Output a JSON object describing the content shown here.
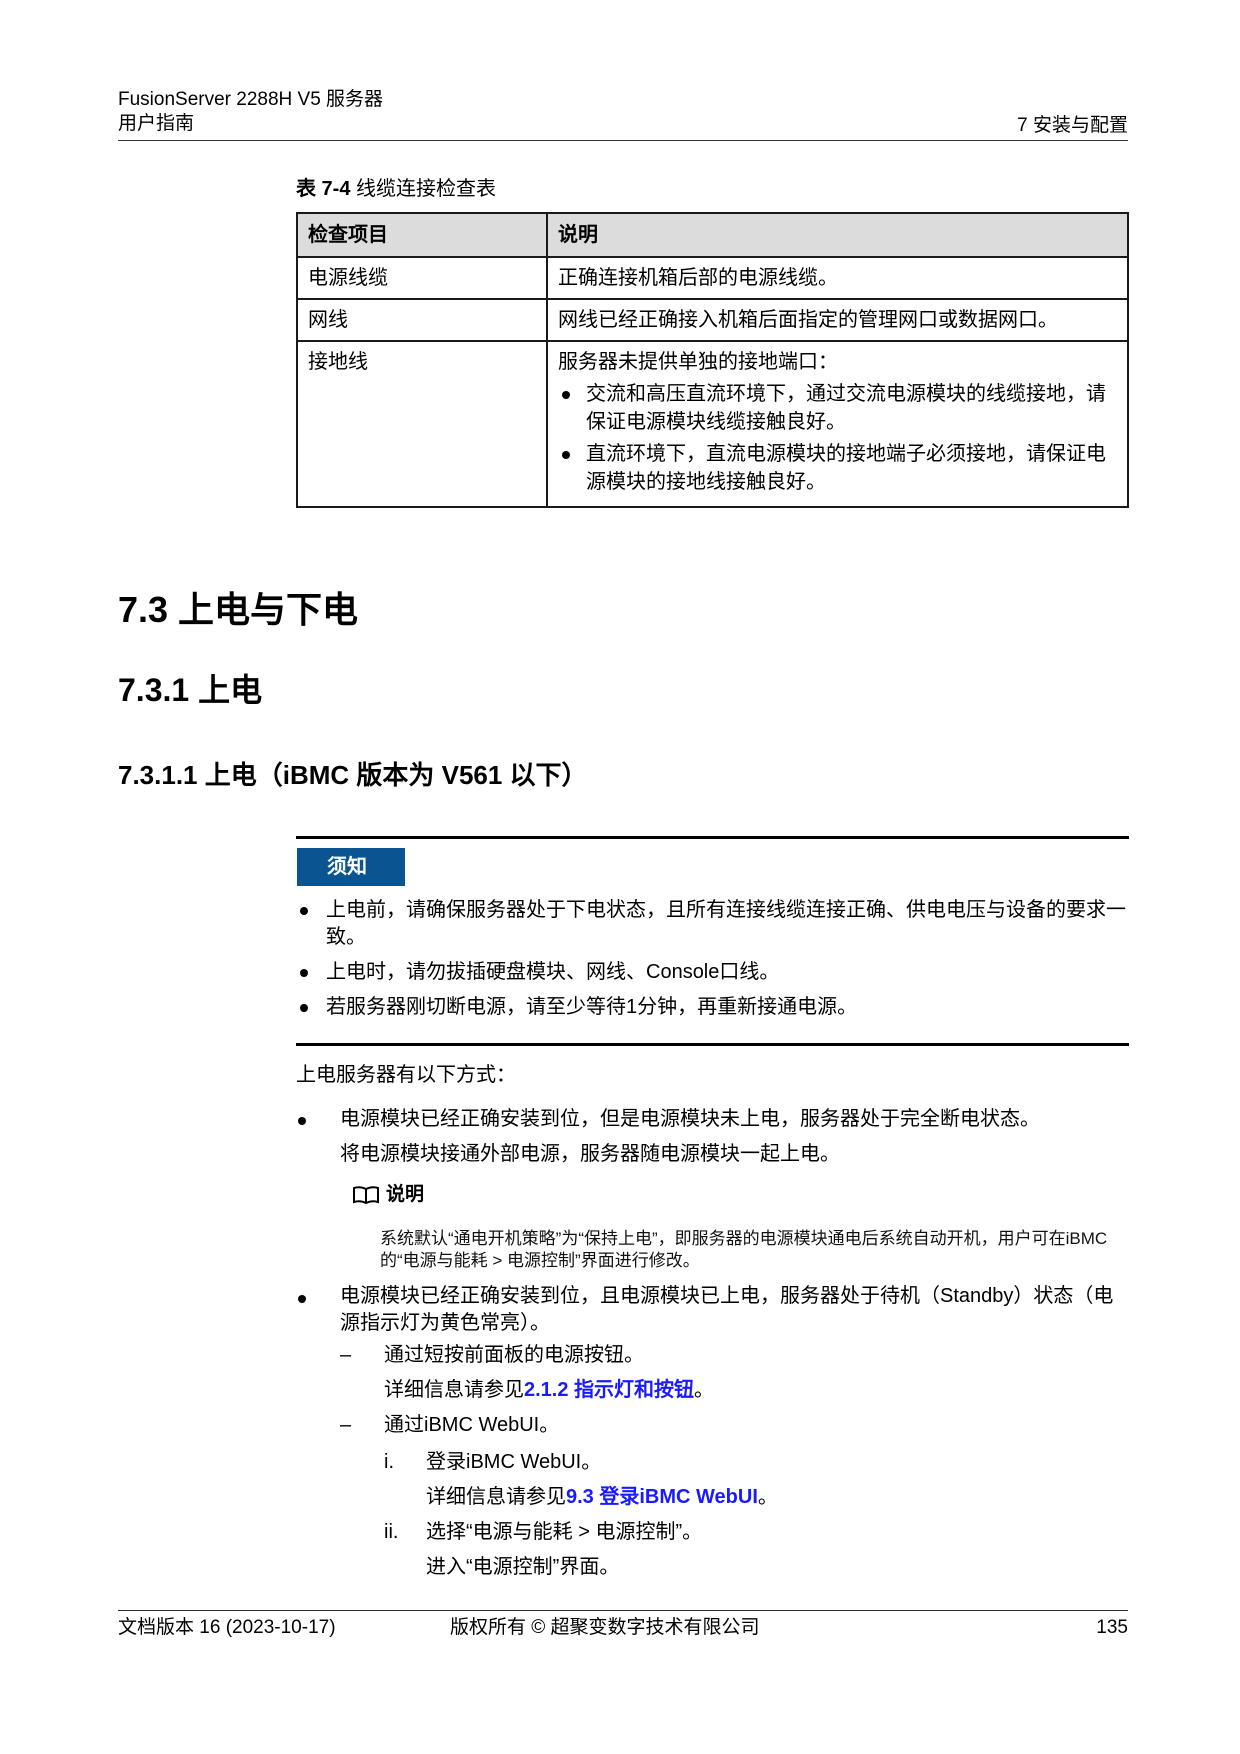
{
  "header": {
    "product": "FusionServer 2288H V5 服务器",
    "doc_type": "用户指南",
    "chapter": "7 安装与配置"
  },
  "table": {
    "caption_label": "表 7-4",
    "caption_title": "线缆连接检查表",
    "columns": [
      "检查项目",
      "说明"
    ],
    "rows": [
      {
        "item": "电源线缆",
        "desc": "正确连接机箱后部的电源线缆。"
      },
      {
        "item": "网线",
        "desc": "网线已经正确接入机箱后面指定的管理网口或数据网口。"
      },
      {
        "item": "接地线",
        "desc": "服务器未提供单独的接地端口：",
        "bullets": [
          "交流和高压直流环境下，通过交流电源模块的线缆接地，请保证电源模块线缆接触良好。",
          "直流环境下，直流电源模块的接地端子必须接地，请保证电源模块的接地线接触良好。"
        ]
      }
    ]
  },
  "headings": {
    "h1": "7.3 上电与下电",
    "h2": "7.3.1 上电",
    "h3": "7.3.1.1 上电（iBMC 版本为 V561 以下）"
  },
  "notice": {
    "badge": "须知",
    "badge_color": "#0a5591",
    "items": [
      "上电前，请确保服务器处于下电状态，且所有连接线缆连接正确、供电电压与设备的要求一致。",
      "上电时，请勿拔插硬盘模块、网线、Console口线。",
      "若服务器刚切断电源，请至少等待1分钟，再重新接通电源。"
    ]
  },
  "body": {
    "intro": "上电服务器有以下方式：",
    "method1": {
      "text": "电源模块已经正确安装到位，但是电源模块未上电，服务器处于完全断电状态。",
      "text2": "将电源模块接通外部电源，服务器随电源模块一起上电。"
    },
    "note": {
      "icon": "book-icon",
      "title": "说明",
      "text": "系统默认“通电开机策略”为“保持上电”，即服务器的电源模块通电后系统自动开机，用户可在iBMC的“电源与能耗 > 电源控制”界面进行修改。"
    },
    "method2": {
      "text": "电源模块已经正确安装到位，且电源模块已上电，服务器处于待机（Standby）状态（电源指示灯为黄色常亮）。",
      "options": [
        {
          "mark": "–",
          "text": "通过短按前面板的电源按钮。",
          "ref_prefix": "详细信息请参见",
          "ref_link": "2.1.2 指示灯和按钮",
          "ref_suffix": "。"
        },
        {
          "mark": "–",
          "text": "通过iBMC WebUI。",
          "steps": [
            {
              "mark": "i.",
              "text": "登录iBMC WebUI。",
              "ref_prefix": "详细信息请参见",
              "ref_link": "9.3 登录iBMC WebUI",
              "ref_suffix": "。"
            },
            {
              "mark": "ii.",
              "text": "选择“电源与能耗 > 电源控制”。",
              "sub": "进入“电源控制”界面。"
            }
          ]
        }
      ]
    },
    "link_color": "#1a1aff"
  },
  "footer": {
    "version": "文档版本 16 (2023-10-17)",
    "copyright": "版权所有 © 超聚变数字技术有限公司",
    "page": "135"
  }
}
